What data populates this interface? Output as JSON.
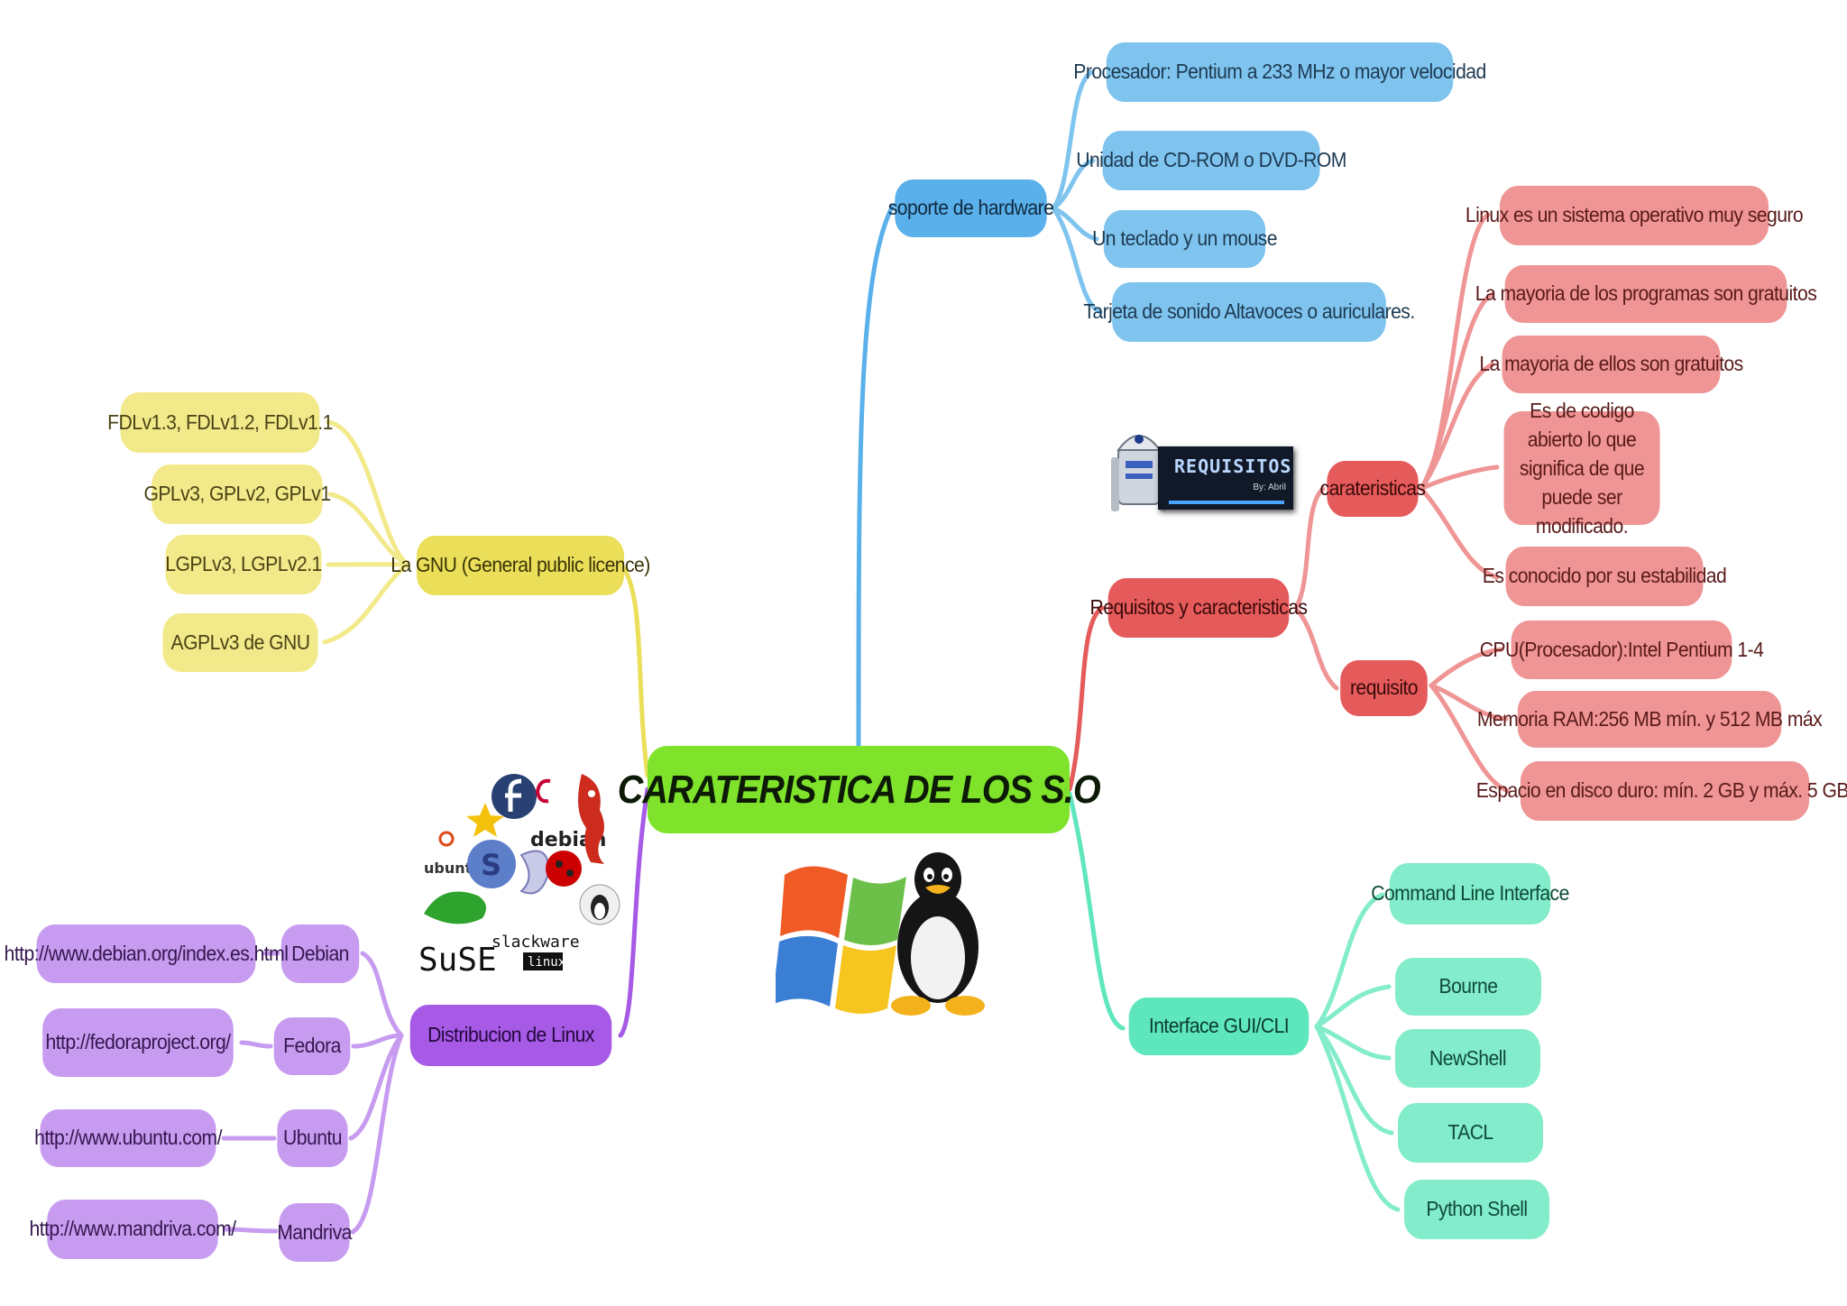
{
  "central": {
    "title": "CARATERISTICA DE LOS S.O"
  },
  "hardware": {
    "label": "soporte de hardware",
    "items": [
      "Procesador: Pentium a 233 MHz o mayor velocidad",
      "Unidad de CD-ROM o DVD-ROM",
      "Un teclado y un mouse",
      "Tarjeta de sonido Altavoces o auriculares."
    ]
  },
  "requisitos": {
    "label": "Requisitos y caracteristicas",
    "caracteristicas": {
      "label": "carateristicas",
      "items": [
        "Linux es un sistema operativo muy seguro",
        "La mayoria de los programas son gratuitos",
        "La mayoria de ellos son gratuitos",
        "Es de codigo abierto lo que significa de que puede ser modificado.",
        "Es conocido por su estabilidad"
      ]
    },
    "requisito": {
      "label": "requisito",
      "items": [
        "CPU(Procesador):Intel Pentium 1-4",
        "Memoria RAM:256 MB mín. y 512 MB máx",
        "Espacio en disco duro: mín. 2 GB y máx. 5 GB."
      ]
    },
    "banner_text": "REQUISITOS",
    "banner_sub": "By: Abril"
  },
  "interface": {
    "label": "Interface GUI/CLI",
    "items": [
      "Command Line Interface",
      "Bourne",
      "NewShell",
      "TACL",
      "Python Shell"
    ]
  },
  "gnu": {
    "label": "La GNU (General public licence)",
    "items": [
      "FDLv1.3, FDLv1.2, FDLv1.1",
      "GPLv3, GPLv2, GPLv1",
      "LGPLv3, LGPLv2.1",
      "AGPLv3 de GNU"
    ]
  },
  "distros": {
    "label": "Distribucion de Linux",
    "items": [
      {
        "name": "Debian",
        "url": "http://www.debian.org/index.es.html"
      },
      {
        "name": "Fedora",
        "url": "http://fedoraproject.org/"
      },
      {
        "name": "Ubuntu",
        "url": "http://www.ubuntu.com/"
      },
      {
        "name": "Mandriva",
        "url": "http://www.mandriva.com/"
      }
    ],
    "logo_texts": {
      "debian": "debian",
      "ubuntu": "ubuntu",
      "suse": "SuSE",
      "slackware": "slackware",
      "linux": "linux"
    }
  },
  "colors": {
    "central": "#7ee32a",
    "hardware": "#5ab0ea",
    "requisitos": "#e55a5a",
    "interface": "#5ee6bc",
    "gnu": "#ebdf5a",
    "distros": "#a65ae6"
  }
}
